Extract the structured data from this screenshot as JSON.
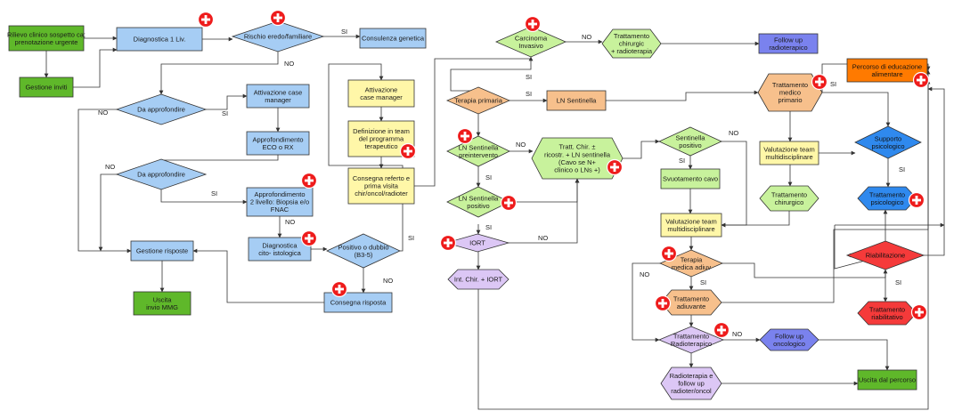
{
  "colors": {
    "green": "#5fb82a",
    "blue": "#a6cdf4",
    "yellow": "#fff7a8",
    "lightgreen": "#c8f29c",
    "navy": "#7a82ee",
    "orange": "#ff7a00",
    "peach": "#f7c08c",
    "bluedark": "#2f89ee",
    "red": "#f53a3a",
    "lavender": "#dcc7f5",
    "plus": "#ee1c1c"
  },
  "nodes": {
    "rilievo": "Rilievo clinico sospetto ca;\nprenotazione urgente",
    "gestione_inviti": "Gestione inviti",
    "diagnostica1": "Diagnostica 1 Liv.",
    "rischio": "Rischio eredo/familiare",
    "consulenza": "Consulenza genetica",
    "da_approfondire1": "Da approfondire",
    "attivazione_cm1": "Attivazione case\nmanager",
    "approf_eco": "Approfondimento\nECO o RX",
    "da_approfondire2": "Da approfondire",
    "approf2": "Approfondimento\n2 livello: Biopsia e/o\nFNAC",
    "diag_cito": "Diagnostica\ncito- istologica",
    "positivo_dubbio": "Positivo o dubbio\n(B3-5)",
    "gestione_risposte": "Gestione risposte",
    "uscita_mmg": "Uscita\ninvio MMG",
    "consegna_risposta": "Consegna risposta",
    "attivazione_cm2": "Attivazione\ncase manager",
    "definizione_team": "Definizione in team\ndel programma\nterapeutico",
    "consegna_referto": "Consegna referto e\nprima visita\nchir/oncol/radioter",
    "carcinoma": "Carcinoma\nInvasivo",
    "tratt_chir_rt": "Trattamento\nchirurgic\n+ radioterapia",
    "follow_rt": "Follow up\nradioterapico",
    "terapia_primaria": "Terapia primaria",
    "ln_sentinella": "LN Sentinella",
    "tratt_medico": "Trattamento\nmedico\nprimario",
    "percorso_edu": "Percorso di educazione\nalimentare",
    "ln_preintervento": "LN Sentinella\npreintervento",
    "tratt_chir_ricostr": "Tratt. Chir. ±\nricostr. + LN sentinella\n(Cavo se N+\nclinico o LNs +)",
    "sentinella_pos": "Sentinella\npositivo",
    "valut_team1": "Valutazione team\nmultidisciplinare",
    "supporto": "Supporto\npsicologico",
    "ln_positivo": "LN Sentinella\npositivo",
    "svuotamento": "Svuotamento cavo",
    "tratt_chirurgico": "Trattamento\nchirurgico",
    "tratt_psicologico": "Trattamento\npsicologico",
    "iort": "IORT",
    "valut_team2": "Valutazione team\nmultidisciplinare",
    "terapia_adiuv": "Terapia\nmedica adiuv",
    "riabilitazione": "Riabilitazione",
    "int_chir_iort": "Int. Chir. + IORT",
    "tratt_adiuvante": "Trattamento\nadiuvante",
    "tratt_riabilitativo": "Trattamento\nriabilitativo",
    "tratt_radio": "Trattamento\nRadioterapico",
    "follow_onco": "Follow up\noncologico",
    "radio_follow": "Radioterapia e\nfollow up\nradioter/oncol",
    "uscita_percorso": "Uscita dal percorso"
  },
  "edge_labels": {
    "si": "SI",
    "no": "NO"
  }
}
